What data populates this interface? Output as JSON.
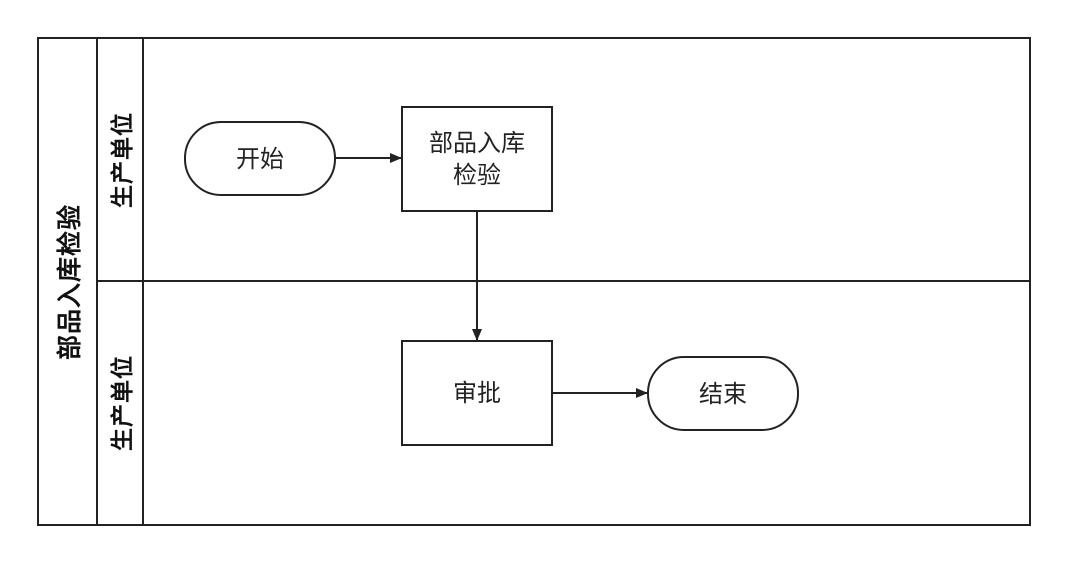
{
  "pool": {
    "title": "部品入库检验"
  },
  "lanes": [
    {
      "label": "生产单位"
    },
    {
      "label": "生产单位"
    }
  ],
  "nodes": {
    "start": {
      "label": "开始",
      "shape": "terminator"
    },
    "inspect": {
      "label_line1": "部品入库",
      "label_line2": "检验",
      "shape": "process"
    },
    "approve": {
      "label": "审批",
      "shape": "process"
    },
    "end": {
      "label": "结束",
      "shape": "terminator"
    }
  },
  "edges": [
    {
      "from": "开始",
      "to": "部品入库检验"
    },
    {
      "from": "部品入库检验",
      "to": "审批"
    },
    {
      "from": "审批",
      "to": "结束"
    }
  ],
  "colors": {
    "line": "#222222",
    "background": "#ffffff"
  }
}
